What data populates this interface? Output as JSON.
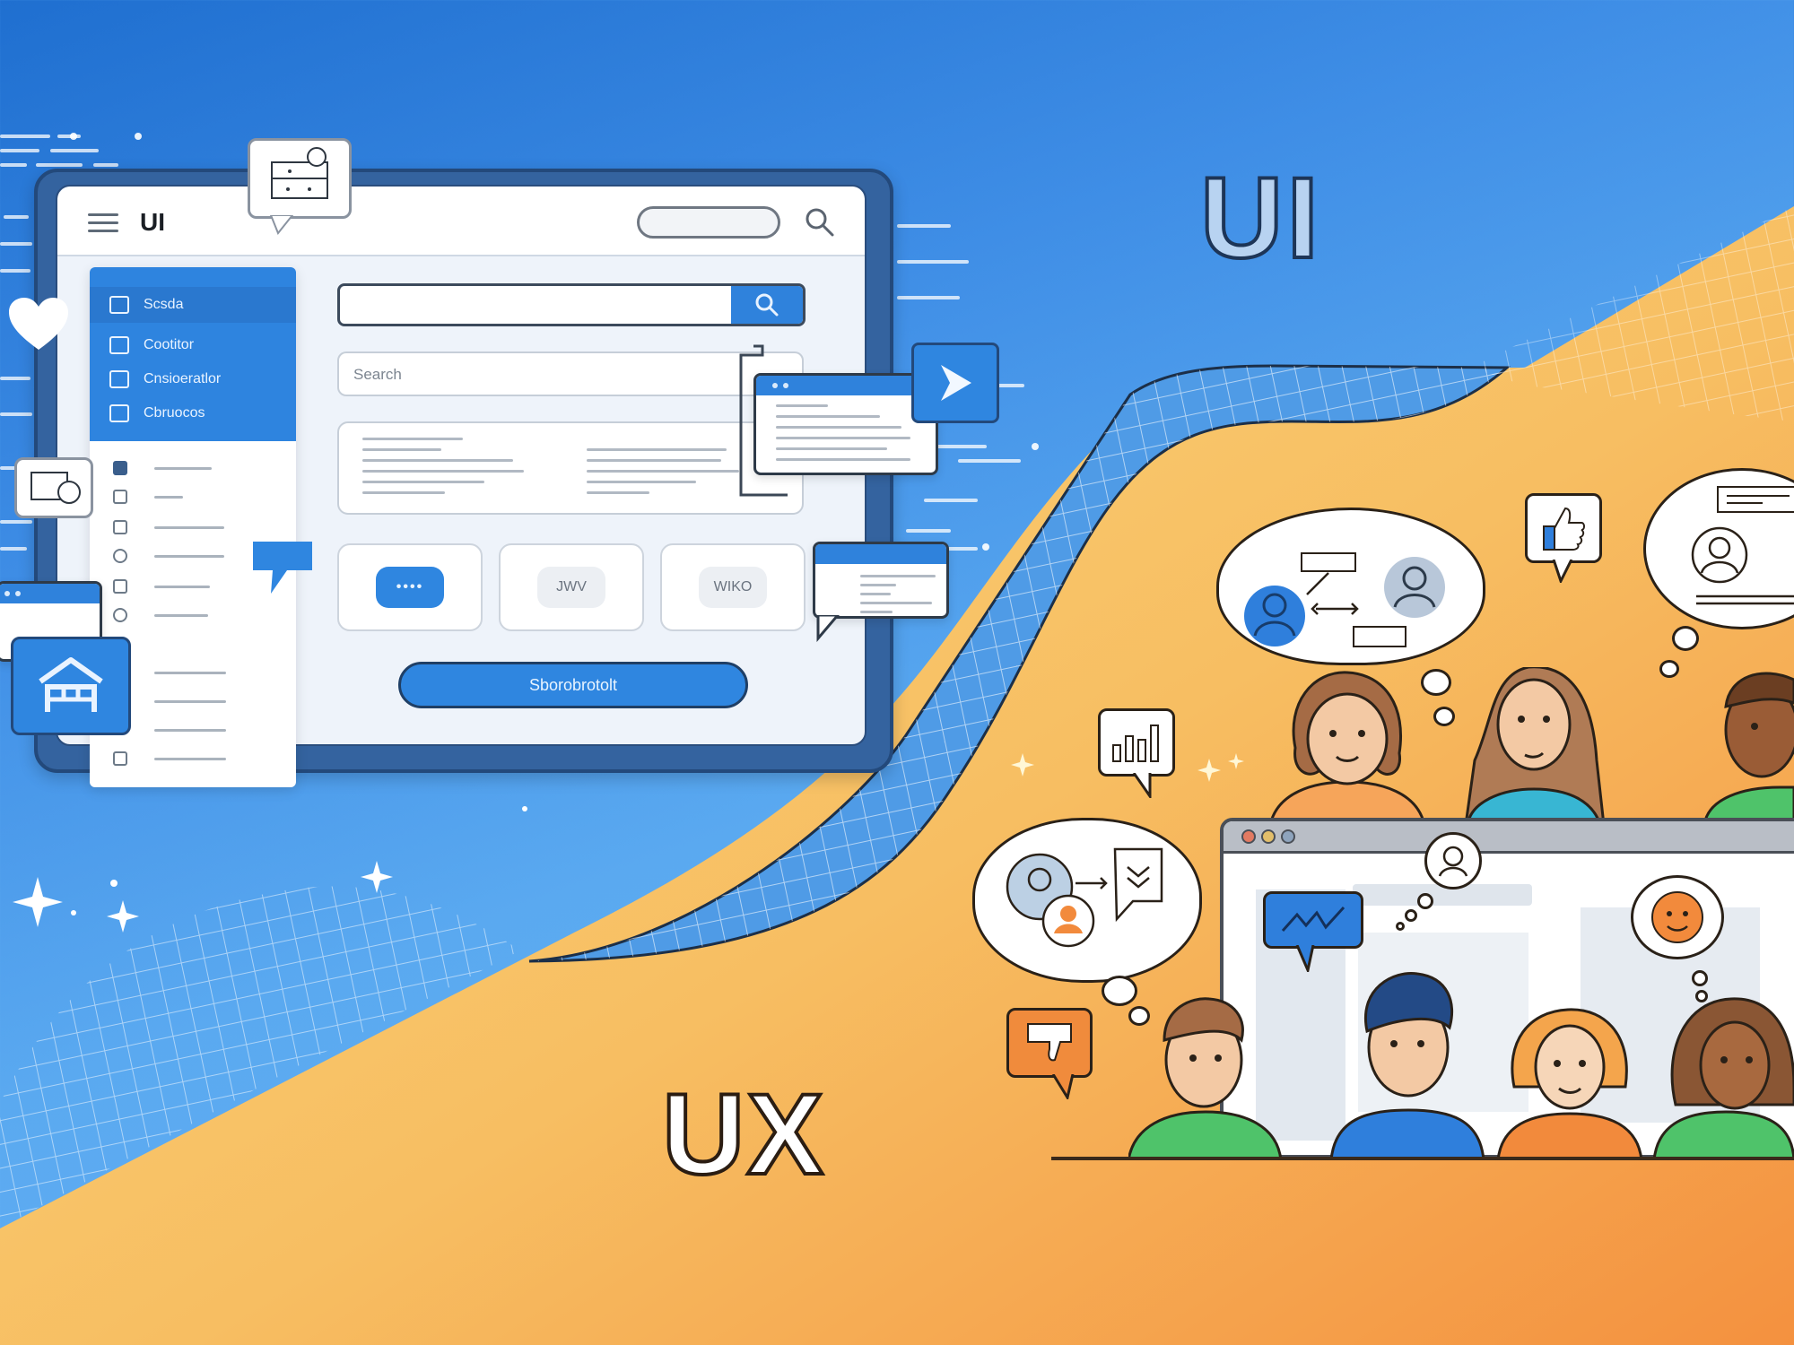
{
  "illustration": {
    "headline_ui": "UI",
    "headline_ux": "UX",
    "colors": {
      "blue_primary": "#2f86e0",
      "blue_bg_dark": "#1f6fd0",
      "blue_bg_light": "#6bb5f7",
      "frame_dark": "#34639f",
      "orange_bg_light": "#f8d27a",
      "orange_bg_dark": "#f59a45",
      "outline": "#2a2118"
    }
  },
  "ui_mock": {
    "app_title": "UI",
    "menu_icon": "hamburger-icon",
    "top_search_icon": "search-icon",
    "sidebar": {
      "items": [
        {
          "label": "Scsda",
          "icon": "list-icon",
          "active": true
        },
        {
          "label": "Cootitor",
          "icon": "home-icon"
        },
        {
          "label": "Cnsioeratlor",
          "icon": "chat-home-icon"
        },
        {
          "label": "Cbruocos",
          "icon": "document-icon"
        }
      ],
      "plain_items": [
        {
          "icon": "home-filled-icon"
        },
        {
          "icon": "file-icon"
        },
        {
          "icon": "image-icon"
        },
        {
          "icon": "face-icon"
        },
        {
          "icon": "bag-icon"
        },
        {
          "icon": "clock-icon"
        },
        {
          "icon": "none"
        },
        {
          "icon": "none"
        },
        {
          "icon": "none"
        },
        {
          "icon": "checkbox-icon"
        }
      ]
    },
    "search_bar": {
      "value": "",
      "button_icon": "search-icon"
    },
    "search_field": {
      "placeholder": "Search"
    },
    "tiles": [
      {
        "label": "••••",
        "style": "primary"
      },
      {
        "label": "JWV",
        "style": "secondary"
      },
      {
        "label": "WIKO",
        "style": "secondary"
      }
    ],
    "primary_button": {
      "label": "Sborobrotolt"
    },
    "floating": {
      "play_icon": "play-icon",
      "home_icon": "house-icon",
      "heart_icon": "heart-icon",
      "chat_bubble_icon": "chat-bubble-icon"
    }
  },
  "ux_scene": {
    "thought_bubbles": [
      {
        "content": "user-to-user-flow"
      },
      {
        "content": "thumbs-up"
      },
      {
        "content": "user-profile-list"
      },
      {
        "content": "bar-chart"
      },
      {
        "content": "user-feedback-flow"
      },
      {
        "content": "thumbs-down"
      },
      {
        "content": "trend-chart"
      },
      {
        "content": "user-avatar"
      },
      {
        "content": "smiley-face"
      }
    ],
    "people_count": 7
  }
}
